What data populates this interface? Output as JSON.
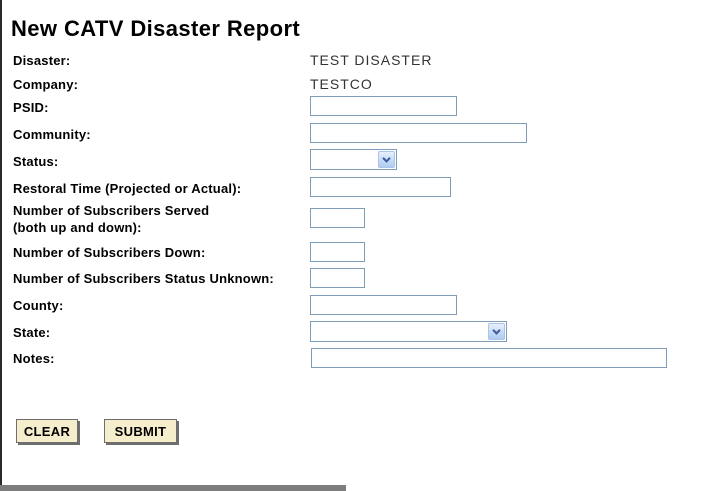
{
  "page": {
    "title": "New CATV Disaster Report"
  },
  "form": {
    "disaster": {
      "label": "Disaster:",
      "value": "TEST DISASTER"
    },
    "company": {
      "label": "Company:",
      "value": "TESTCO"
    },
    "psid": {
      "label": "PSID:",
      "value": ""
    },
    "community": {
      "label": "Community:",
      "value": ""
    },
    "status": {
      "label": "Status:",
      "selected": ""
    },
    "restoral_time": {
      "label": "Restoral Time (Projected or Actual):",
      "value": ""
    },
    "subscribers_served": {
      "label_line1": "Number of Subscribers Served",
      "label_line2": "(both up and down):",
      "value": ""
    },
    "subscribers_down": {
      "label": "Number of Subscribers Down:",
      "value": ""
    },
    "subscribers_unknown": {
      "label": "Number of Subscribers Status Unknown:",
      "value": ""
    },
    "county": {
      "label": "County:",
      "value": ""
    },
    "state": {
      "label": "State:",
      "selected": ""
    },
    "notes": {
      "label": "Notes:",
      "value": ""
    }
  },
  "buttons": {
    "clear": "CLEAR",
    "submit": "SUBMIT"
  },
  "colors": {
    "input_border": "#7f9db9",
    "button_face": "#f6edcd",
    "button_shadow": "#6e6e6e",
    "select_arrow": "#3f5c9c",
    "window_edge": "#2a2a2a"
  }
}
